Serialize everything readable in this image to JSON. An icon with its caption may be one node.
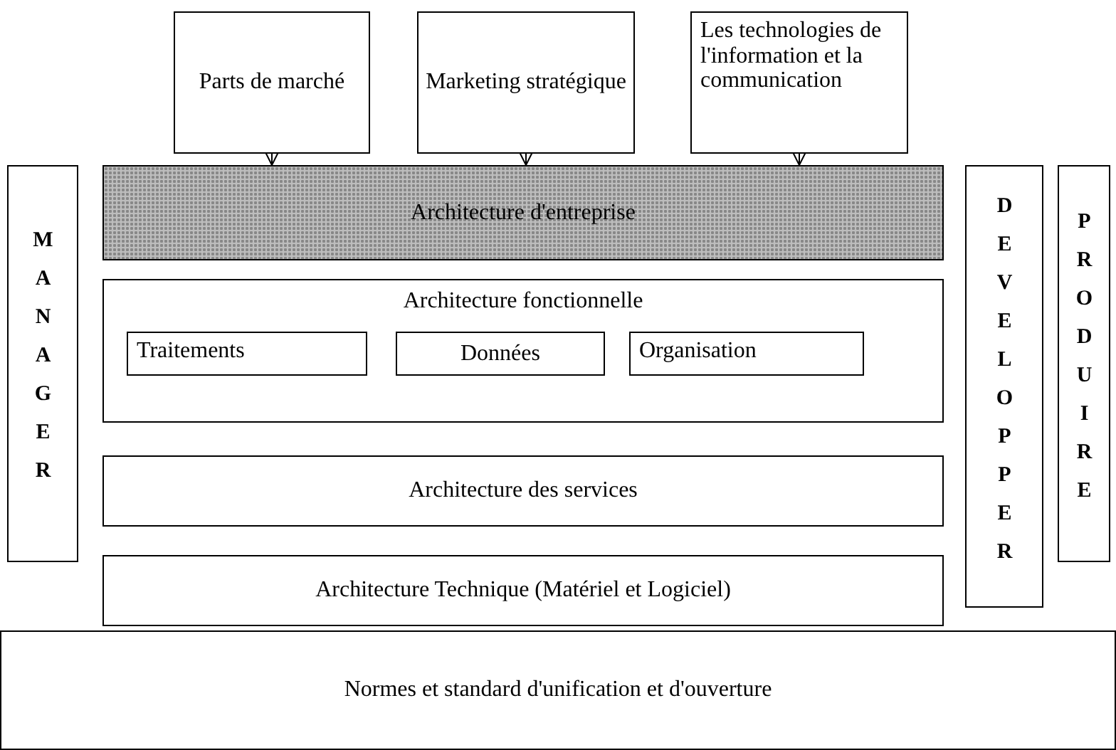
{
  "diagram": {
    "nodes": [
      {
        "text": [
          "Parts de marché"
        ]
      },
      {
        "text": [
          "Marketing stratégique"
        ]
      },
      {
        "text": [
          "Les technologies de l'information et la communication"
        ]
      },
      {
        "text": [
          "Architecture d'entreprise"
        ]
      },
      {
        "text": [
          "MANAGER"
        ]
      },
      {
        "text": [
          "DEVELOPPER"
        ]
      },
      {
        "text": [
          "PRODUIRE"
        ]
      },
      {
        "text": [
          "Architecture fonctionnelle"
        ]
      },
      {
        "text": [
          "Traitements"
        ],
        "in": 7
      },
      {
        "text": [
          "Données"
        ],
        "in": 7
      },
      {
        "text": [
          "Organisation"
        ],
        "in": 7
      },
      {
        "text": [
          "Architecture des services"
        ]
      },
      {
        "text": [
          "Architecture Technique (Matériel et Logiciel)"
        ]
      },
      {
        "text": [
          "Normes et standard d'unification et d'ouverture"
        ]
      }
    ],
    "edges": [
      {
        "from": 0,
        "to": 3,
        "arrow": "to"
      },
      {
        "from": 1,
        "to": 3,
        "arrow": "to"
      },
      {
        "from": 2,
        "to": 3,
        "arrow": "to"
      }
    ]
  }
}
